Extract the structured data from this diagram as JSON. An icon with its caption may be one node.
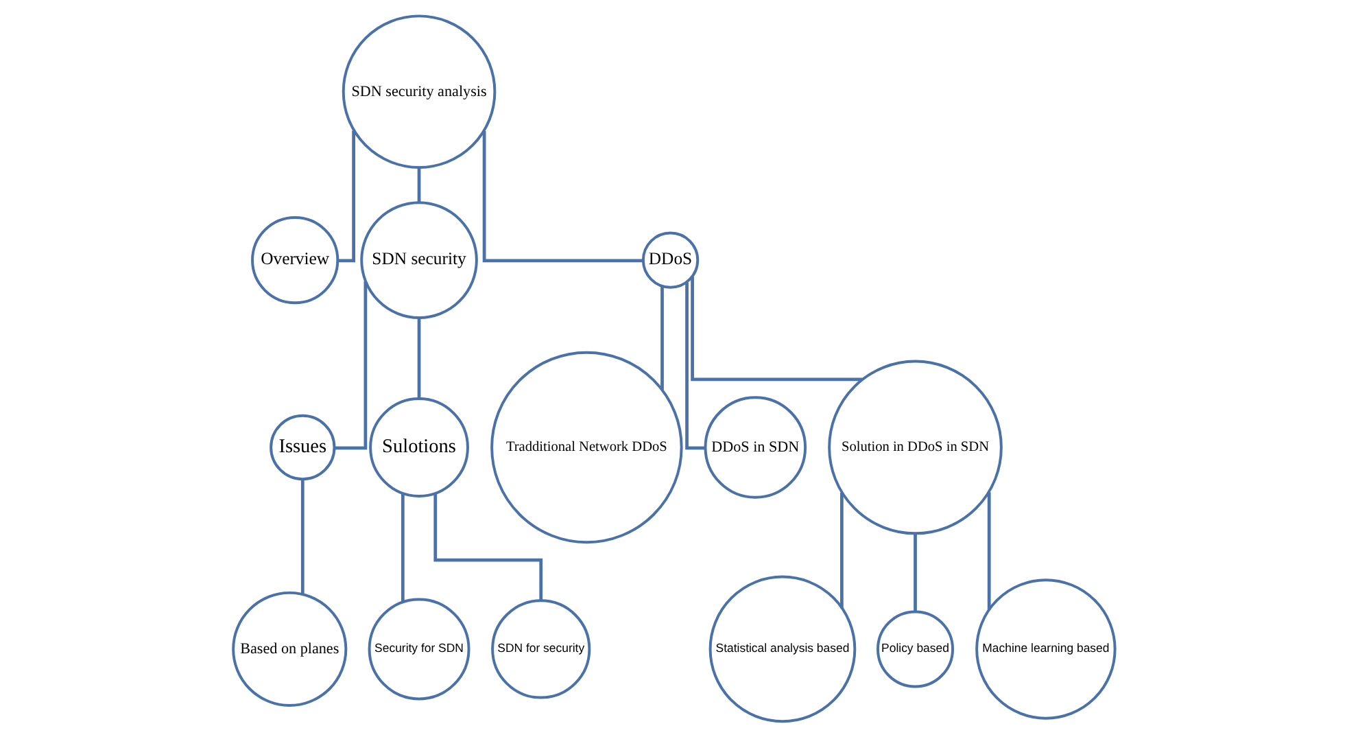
{
  "diagram": {
    "nodes": [
      {
        "text": [
          "SDN security analysis"
        ]
      },
      {
        "text": [
          "Overview"
        ]
      },
      {
        "text": [
          "SDN security"
        ]
      },
      {
        "text": [
          "DDoS"
        ]
      },
      {
        "text": [
          "Issues"
        ]
      },
      {
        "text": [
          "Sulotions"
        ]
      },
      {
        "text": [
          "Based on planes"
        ]
      },
      {
        "text": [
          "Security for SDN"
        ]
      },
      {
        "text": [
          "SDN for security"
        ]
      },
      {
        "text": [
          "Tradditional Network DDoS"
        ]
      },
      {
        "text": [
          "DDoS in SDN"
        ]
      },
      {
        "text": [
          "Solution in DDoS in SDN"
        ]
      },
      {
        "text": [
          "Statistical analysis based"
        ]
      },
      {
        "text": [
          "Policy based"
        ]
      },
      {
        "text": [
          "Machine learning based"
        ]
      }
    ],
    "edges": [
      {
        "from": 0,
        "to": 1,
        "arrow": "none"
      },
      {
        "from": 0,
        "to": 2,
        "arrow": "none"
      },
      {
        "from": 0,
        "to": 3,
        "arrow": "none"
      },
      {
        "from": 2,
        "to": 4,
        "arrow": "none"
      },
      {
        "from": 2,
        "to": 5,
        "arrow": "none"
      },
      {
        "from": 4,
        "to": 6,
        "arrow": "none"
      },
      {
        "from": 5,
        "to": 7,
        "arrow": "none"
      },
      {
        "from": 5,
        "to": 8,
        "arrow": "none"
      },
      {
        "from": 3,
        "to": 9,
        "arrow": "none"
      },
      {
        "from": 3,
        "to": 10,
        "arrow": "none"
      },
      {
        "from": 3,
        "to": 11,
        "arrow": "none"
      },
      {
        "from": 11,
        "to": 12,
        "arrow": "none"
      },
      {
        "from": 11,
        "to": 13,
        "arrow": "none"
      },
      {
        "from": 11,
        "to": 14,
        "arrow": "none"
      }
    ]
  }
}
